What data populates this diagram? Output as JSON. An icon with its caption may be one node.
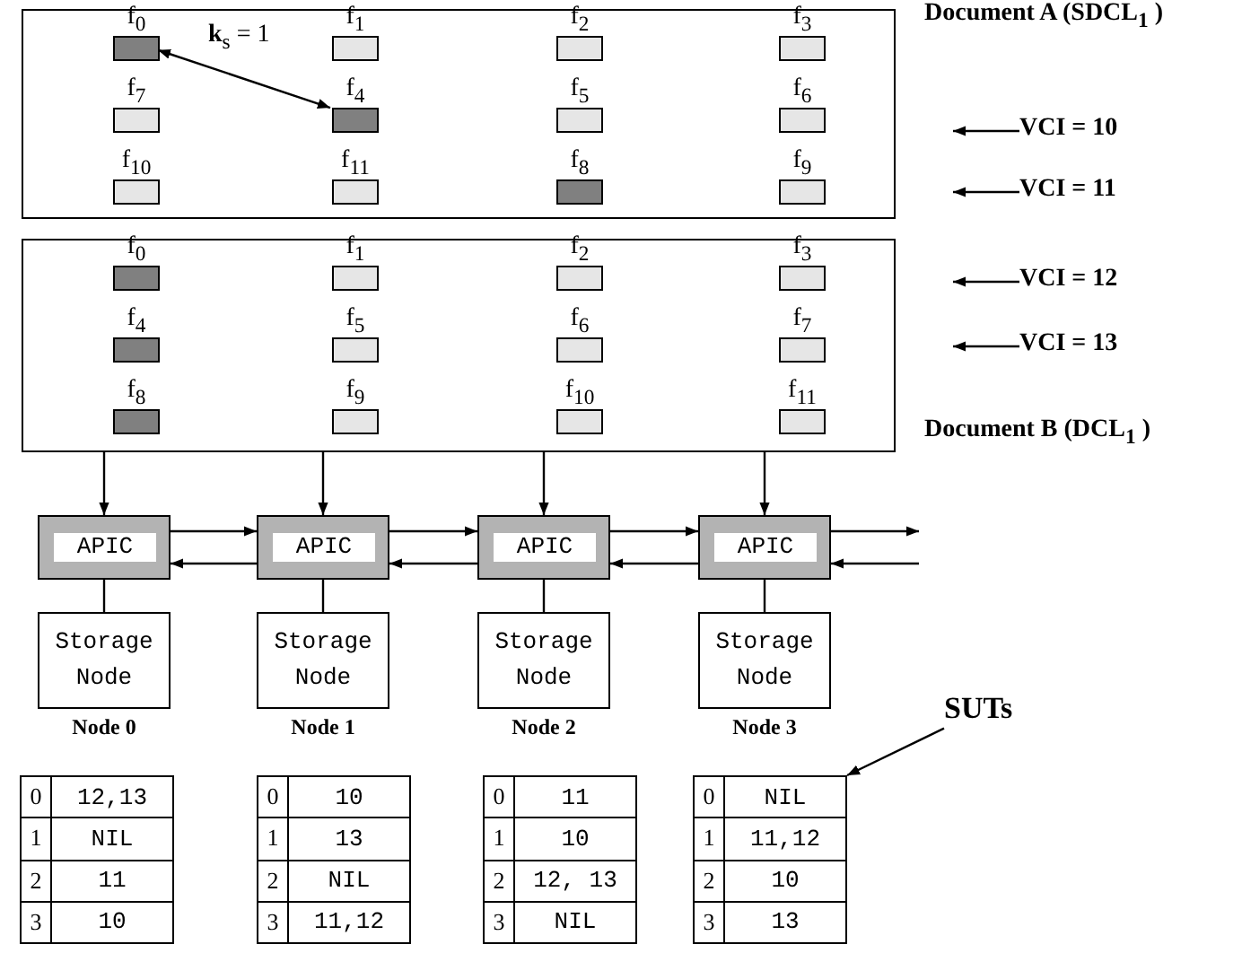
{
  "diagram": {
    "nodes": [
      {
        "text": [
          "Document A (SDCL$_{1}$ )"
        ]
      },
      {
        "text": [
          "f$_{0}$"
        ],
        "in": 0
      },
      {
        "text": [
          "f$_{1}$"
        ],
        "in": 0
      },
      {
        "text": [
          "f$_{2}$"
        ],
        "in": 0
      },
      {
        "text": [
          "f$_{3}$"
        ],
        "in": 0
      },
      {
        "text": [
          "f$_{7}$"
        ],
        "in": 0
      },
      {
        "text": [
          "f$_{4}$"
        ],
        "in": 0
      },
      {
        "text": [
          "f$_{5}$"
        ],
        "in": 0
      },
      {
        "text": [
          "f$_{6}$"
        ],
        "in": 0
      },
      {
        "text": [
          "f$_{10}$"
        ],
        "in": 0
      },
      {
        "text": [
          "f$_{11}$"
        ],
        "in": 0
      },
      {
        "text": [
          "f$_{8}$"
        ],
        "in": 0
      },
      {
        "text": [
          "f$_{9}$"
        ],
        "in": 0
      },
      {
        "text": [
          "Document B (DCL$_{1}$ )"
        ]
      },
      {
        "text": [
          "f$_{0}$"
        ],
        "in": 13
      },
      {
        "text": [
          "f$_{1}$"
        ],
        "in": 13
      },
      {
        "text": [
          "f$_{2}$"
        ],
        "in": 13
      },
      {
        "text": [
          "f$_{3}$"
        ],
        "in": 13
      },
      {
        "text": [
          "f$_{4}$"
        ],
        "in": 13
      },
      {
        "text": [
          "f$_{5}$"
        ],
        "in": 13
      },
      {
        "text": [
          "f$_{6}$"
        ],
        "in": 13
      },
      {
        "text": [
          "f$_{7}$"
        ],
        "in": 13
      },
      {
        "text": [
          "f$_{8}$"
        ],
        "in": 13
      },
      {
        "text": [
          "f$_{9}$"
        ],
        "in": 13
      },
      {
        "text": [
          "f$_{10}$"
        ],
        "in": 13
      },
      {
        "text": [
          "f$_{11}$"
        ],
        "in": 13
      },
      {
        "text": [
          "APIC"
        ]
      },
      {
        "text": [
          "APIC"
        ]
      },
      {
        "text": [
          "APIC"
        ]
      },
      {
        "text": [
          "APIC"
        ]
      },
      {
        "text": [
          "Storage Node"
        ],
        "beside": [
          "Node 0"
        ]
      },
      {
        "text": [
          "Storage Node"
        ],
        "beside": [
          "Node 1"
        ]
      },
      {
        "text": [
          "Storage Node"
        ],
        "beside": [
          "Node 2"
        ]
      },
      {
        "text": [
          "Storage Node"
        ],
        "beside": [
          "Node 3"
        ]
      },
      {
        "text": [
          "0",
          "12,13",
          "1",
          "NIL",
          "2",
          "11",
          "3",
          "10"
        ]
      },
      {
        "text": [
          "0",
          "10",
          "1",
          "13",
          "2",
          "NIL",
          "3",
          "11,12"
        ]
      },
      {
        "text": [
          "0",
          "11",
          "1",
          "10",
          "2",
          "12, 13",
          "3",
          "NIL"
        ]
      },
      {
        "text": [
          "0",
          "NIL",
          "1",
          "11,12",
          "2",
          "10",
          "3",
          "13"
        ]
      },
      {
        "text": [
          "SUTs"
        ]
      },
      {
        "text": [
          "VCI = 10"
        ]
      },
      {
        "text": [
          "VCI = 11"
        ]
      },
      {
        "text": [
          "VCI = 12"
        ]
      },
      {
        "text": [
          "VCI = 13"
        ]
      }
    ],
    "edges": [
      {
        "from": 1,
        "to": 6,
        "arrow": "both",
        "label": "**k**$_{s}$ = 1"
      },
      {
        "from": 13,
        "to": 26,
        "arrow": "to"
      },
      {
        "from": 13,
        "to": 27,
        "arrow": "to"
      },
      {
        "from": 13,
        "to": 28,
        "arrow": "to"
      },
      {
        "from": 13,
        "to": 29,
        "arrow": "to"
      },
      {
        "from": 26,
        "to": 27,
        "arrow": "to"
      },
      {
        "from": 27,
        "to": 26,
        "arrow": "to"
      },
      {
        "from": 27,
        "to": 28,
        "arrow": "to"
      },
      {
        "from": 28,
        "to": 27,
        "arrow": "to"
      },
      {
        "from": 28,
        "to": 29,
        "arrow": "to"
      },
      {
        "from": 29,
        "to": 28,
        "arrow": "to"
      },
      {
        "from": 29,
        "to": null,
        "arrow": "to"
      },
      {
        "from": null,
        "to": 29,
        "arrow": "to"
      },
      {
        "from": 26,
        "to": 30,
        "arrow": "none"
      },
      {
        "from": 27,
        "to": 31,
        "arrow": "none"
      },
      {
        "from": 28,
        "to": 32,
        "arrow": "none"
      },
      {
        "from": 29,
        "to": 33,
        "arrow": "none"
      },
      {
        "from": 38,
        "to": 37,
        "arrow": "to"
      },
      {
        "from": 39,
        "to": null,
        "arrow": "to"
      },
      {
        "from": 40,
        "to": null,
        "arrow": "to"
      },
      {
        "from": 41,
        "to": null,
        "arrow": "to"
      },
      {
        "from": 42,
        "to": null,
        "arrow": "to"
      }
    ]
  }
}
